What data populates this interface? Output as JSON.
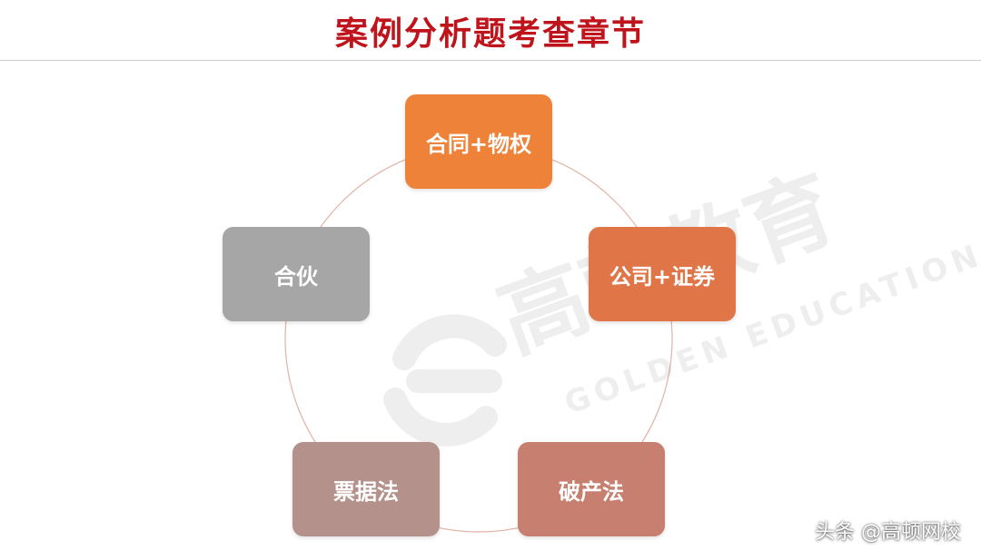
{
  "title": "案例分析题考查章节",
  "credit": "头条 @高顿网校",
  "watermark": {
    "chinese": "高顿教育",
    "english": "GOLDEN EDUCATION"
  },
  "cycle": {
    "items": [
      {
        "label": "合同+物权",
        "color": "#ee8238"
      },
      {
        "label": "公司+证券",
        "color": "#e07548"
      },
      {
        "label": "破产法",
        "color": "#c78070"
      },
      {
        "label": "票据法",
        "color": "#b4918b"
      },
      {
        "label": "合伙",
        "color": "#a6a6a6"
      }
    ],
    "circle_color": "#e3b2a4"
  },
  "colors": {
    "title": "#c0141c"
  }
}
